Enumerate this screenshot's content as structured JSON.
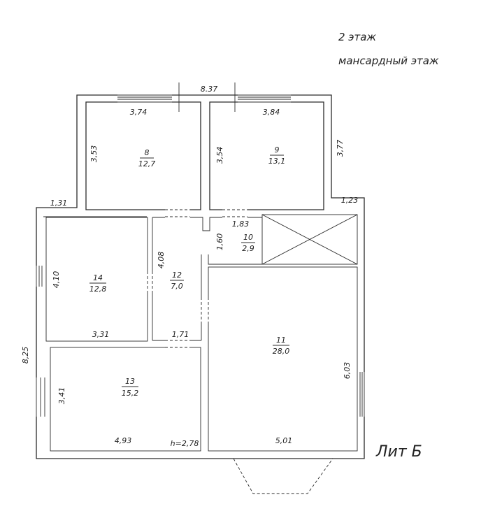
{
  "header": {
    "floor": "2 этаж",
    "floor_type": "мансардный этаж"
  },
  "lit_label": "Лит Б",
  "rooms": [
    {
      "num": "8",
      "area": "12,7"
    },
    {
      "num": "9",
      "area": "13,1"
    },
    {
      "num": "10",
      "area": "2,9"
    },
    {
      "num": "11",
      "area": "28,0"
    },
    {
      "num": "12",
      "area": "7,0"
    },
    {
      "num": "13",
      "area": "15,2"
    },
    {
      "num": "14",
      "area": "12,8"
    }
  ],
  "dimensions": {
    "top_total": "8.37",
    "room8_width": "3,74",
    "room9_width": "3,84",
    "right_upper": "3,77",
    "room8_height": "3,53",
    "room9_height": "3,54",
    "left_offset": "1,31",
    "right_offset": "1,23",
    "room10_width": "1,83",
    "room10_height": "1,60",
    "room14_height": "4,10",
    "room12_height": "4,08",
    "room14_width": "3,31",
    "room12_width": "1,71",
    "left_total": "8,25",
    "room11_height": "6,03",
    "room13_height": "3,41",
    "room13_width": "4,93",
    "ceiling_height": "h=2,78",
    "room11_width": "5,01"
  }
}
